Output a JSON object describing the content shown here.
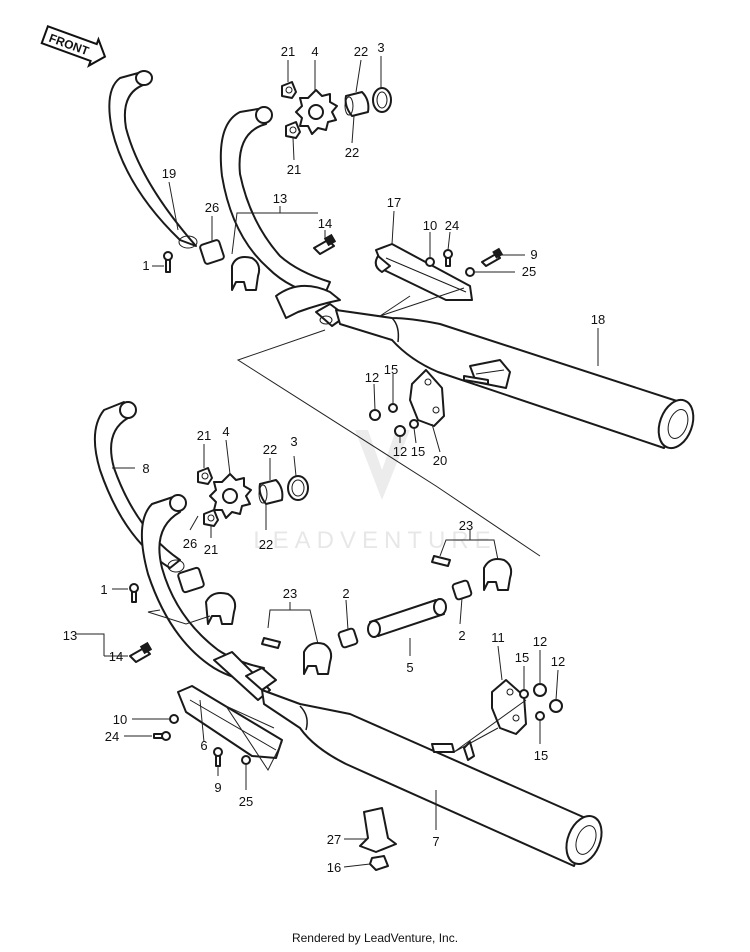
{
  "front_arrow_label": "FRONT",
  "watermark_text": "LEADVENTURE",
  "footer_text": "Rendered by LeadVenture, Inc.",
  "callouts": [
    {
      "id": "c-21a",
      "text": "21"
    },
    {
      "id": "c-4a",
      "text": "4"
    },
    {
      "id": "c-22a",
      "text": "22"
    },
    {
      "id": "c-3a",
      "text": "3"
    },
    {
      "id": "c-21b",
      "text": "21"
    },
    {
      "id": "c-22b",
      "text": "22"
    },
    {
      "id": "c-19",
      "text": "19"
    },
    {
      "id": "c-26a",
      "text": "26"
    },
    {
      "id": "c-13a",
      "text": "13"
    },
    {
      "id": "c-14a",
      "text": "14"
    },
    {
      "id": "c-17",
      "text": "17"
    },
    {
      "id": "c-10a",
      "text": "10"
    },
    {
      "id": "c-24a",
      "text": "24"
    },
    {
      "id": "c-9a",
      "text": "9"
    },
    {
      "id": "c-25a",
      "text": "25"
    },
    {
      "id": "c-1a",
      "text": "1"
    },
    {
      "id": "c-18",
      "text": "18"
    },
    {
      "id": "c-12a",
      "text": "12"
    },
    {
      "id": "c-15a",
      "text": "15"
    },
    {
      "id": "c-12b",
      "text": "12"
    },
    {
      "id": "c-15b",
      "text": "15"
    },
    {
      "id": "c-20",
      "text": "20"
    },
    {
      "id": "c-21c",
      "text": "21"
    },
    {
      "id": "c-4b",
      "text": "4"
    },
    {
      "id": "c-8",
      "text": "8"
    },
    {
      "id": "c-22c",
      "text": "22"
    },
    {
      "id": "c-3b",
      "text": "3"
    },
    {
      "id": "c-26b",
      "text": "26"
    },
    {
      "id": "c-21d",
      "text": "21"
    },
    {
      "id": "c-22d",
      "text": "22"
    },
    {
      "id": "c-23a",
      "text": "23"
    },
    {
      "id": "c-1b",
      "text": "1"
    },
    {
      "id": "c-23b",
      "text": "23"
    },
    {
      "id": "c-2a",
      "text": "2"
    },
    {
      "id": "c-2b",
      "text": "2"
    },
    {
      "id": "c-13b",
      "text": "13"
    },
    {
      "id": "c-14b",
      "text": "14"
    },
    {
      "id": "c-5",
      "text": "5"
    },
    {
      "id": "c-11",
      "text": "11"
    },
    {
      "id": "c-12c",
      "text": "12"
    },
    {
      "id": "c-15c",
      "text": "15"
    },
    {
      "id": "c-12d",
      "text": "12"
    },
    {
      "id": "c-15d",
      "text": "15"
    },
    {
      "id": "c-10b",
      "text": "10"
    },
    {
      "id": "c-24b",
      "text": "24"
    },
    {
      "id": "c-6",
      "text": "6"
    },
    {
      "id": "c-9b",
      "text": "9"
    },
    {
      "id": "c-25b",
      "text": "25"
    },
    {
      "id": "c-7",
      "text": "7"
    },
    {
      "id": "c-27",
      "text": "27"
    },
    {
      "id": "c-16",
      "text": "16"
    }
  ]
}
